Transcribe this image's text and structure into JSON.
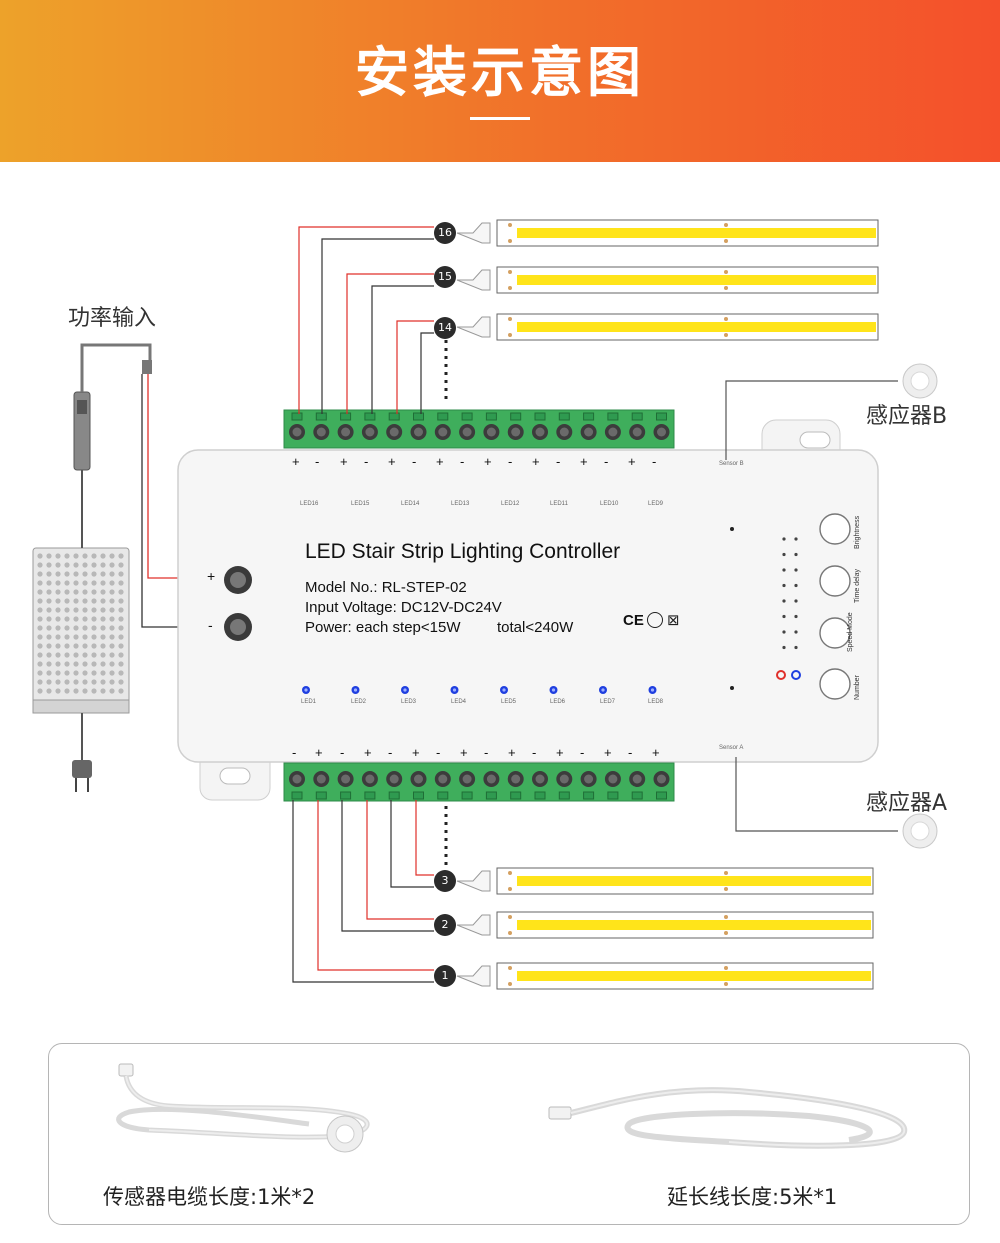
{
  "header": {
    "title": "安装示意图"
  },
  "labels": {
    "power_input": "功率输入",
    "sensor_b": "感应器B",
    "sensor_a": "感应器A"
  },
  "controller": {
    "title": "LED Stair Strip Lighting Controller",
    "model": "Model No.: RL-STEP-02",
    "input_voltage": "Input Voltage: DC12V-DC24V",
    "power": "Power: each step<15W",
    "total": "total<240W",
    "certs": "CE",
    "plus": "+",
    "minus": "-",
    "sensor_b_port": "Sensor B",
    "sensor_a_port": "Sensor A",
    "buttons": [
      "Brightness",
      "Time delay",
      "Speed Mode",
      "Number"
    ],
    "top_leds": [
      "LED16",
      "LED15",
      "LED14",
      "LED13",
      "LED12",
      "LED11",
      "LED10",
      "LED9"
    ],
    "bottom_leds": [
      "LED1",
      "LED2",
      "LED3",
      "LED4",
      "LED5",
      "LED6",
      "LED7",
      "LED8"
    ],
    "top_polarity": [
      "+",
      "-",
      "+",
      "-",
      "+",
      "-",
      "+",
      "-",
      "+",
      "-",
      "+",
      "-",
      "+",
      "-",
      "+",
      "-"
    ],
    "bottom_polarity": [
      "-",
      "+",
      "-",
      "+",
      "-",
      "+",
      "-",
      "+",
      "-",
      "+",
      "-",
      "+",
      "-",
      "+",
      "-",
      "+"
    ]
  },
  "strips": {
    "top": [
      "16",
      "15",
      "14"
    ],
    "bottom": [
      "3",
      "2",
      "1"
    ]
  },
  "accessories": {
    "sensor_cable": "传感器电缆长度:1米*2",
    "extension_cable": "延长线长度:5米*1"
  },
  "colors": {
    "wire_red": "#e0302a",
    "wire_black": "#333333",
    "strip_yellow": "#ffe41a",
    "terminal_green": "#3fae5c",
    "indicator_blue": "#1f3fe0"
  }
}
